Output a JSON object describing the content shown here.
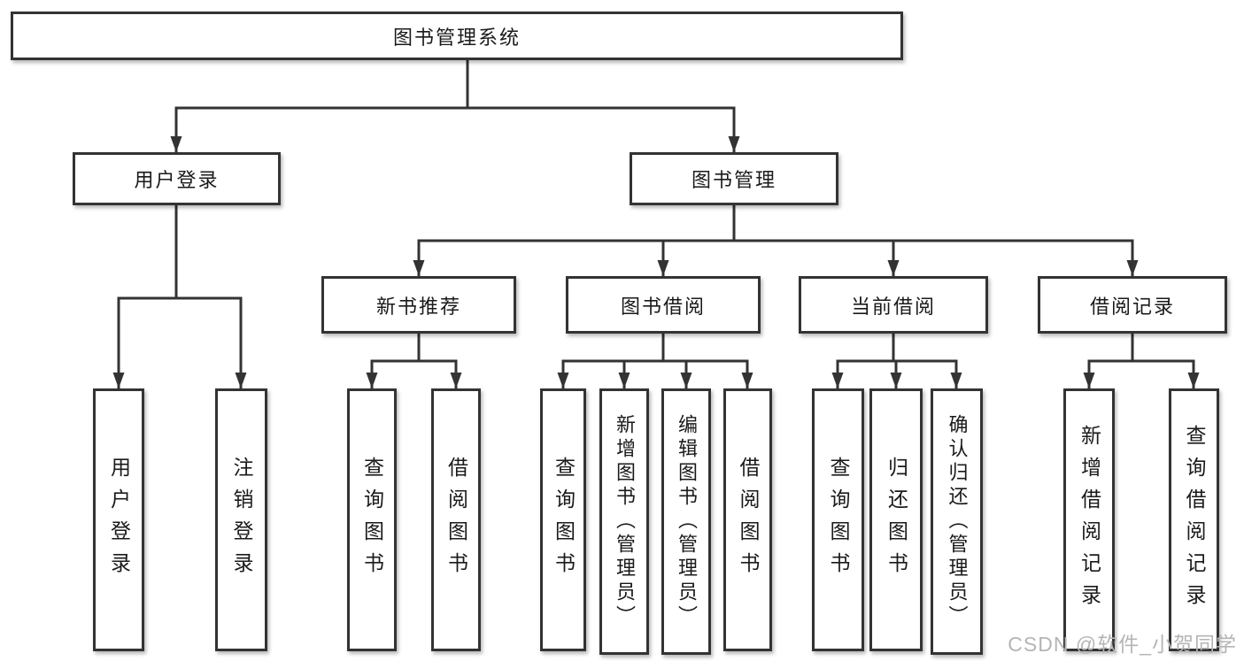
{
  "diagram_type": "hierarchy-tree",
  "tree": {
    "label": "图书管理系统",
    "children": [
      {
        "label": "用户登录",
        "children": [
          {
            "label": "用户登录"
          },
          {
            "label": "注销登录"
          }
        ]
      },
      {
        "label": "图书管理",
        "children": [
          {
            "label": "新书推荐",
            "children": [
              {
                "label": "查询图书"
              },
              {
                "label": "借阅图书"
              }
            ]
          },
          {
            "label": "图书借阅",
            "children": [
              {
                "label": "查询图书"
              },
              {
                "label": "新增图书（管理员）"
              },
              {
                "label": "编辑图书（管理员）"
              },
              {
                "label": "借阅图书"
              }
            ]
          },
          {
            "label": "当前借阅",
            "children": [
              {
                "label": "查询图书"
              },
              {
                "label": "归还图书"
              },
              {
                "label": "确认归还（管理员）"
              }
            ]
          },
          {
            "label": "借阅记录",
            "children": [
              {
                "label": "新增借阅记录"
              },
              {
                "label": "查询借阅记录"
              }
            ]
          }
        ]
      }
    ]
  },
  "watermark": "CSDN @软件_小贺同学",
  "colors": {
    "line": "#333333",
    "text": "#1a1a1a",
    "watermark": "#b5b5b5",
    "background": "#ffffff"
  }
}
